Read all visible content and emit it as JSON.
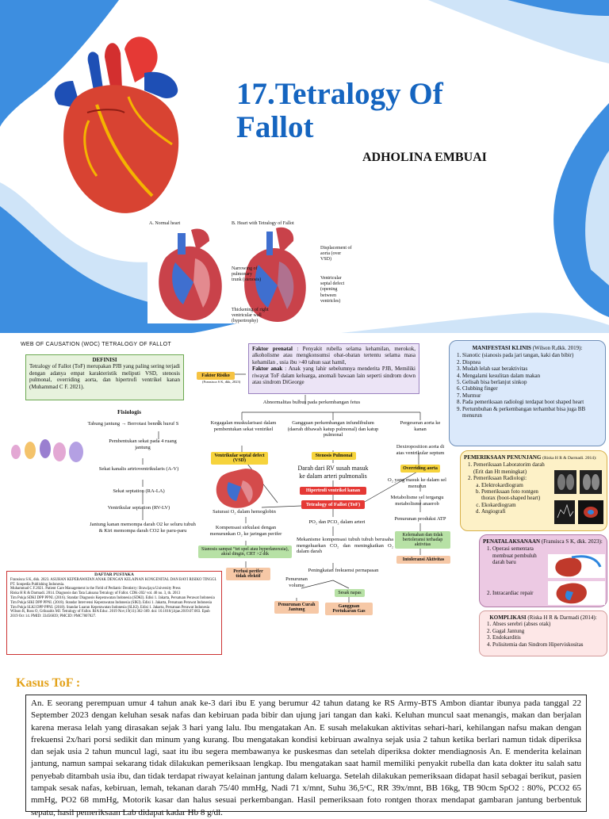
{
  "poster": {
    "title": "17.Tetralogy Of Fallot",
    "author": "ADHOLINA EMBUAI",
    "diagram_label_a": "A. Normal heart",
    "diagram_label_b": "B. Heart with Tetralogy of Fallot",
    "label_displacement": "Displacement of aorta (over VSD)",
    "label_narrowing": "Narrowing of pulmonary trunk (stenosis)",
    "label_vsd": "Ventricular septal defect (opening between ventricles)",
    "label_thickening": "Thickening of right ventricular wall (hypertrophy)"
  },
  "woc": {
    "heading": "WEB OF CAUSATION (WOC) TETRALOGY OF FALLOT",
    "definisi_title": "DEFINISI",
    "definisi_text": "Tetralogy of Fallot (ToF) merupakan PJB yang paling sering terjadi dengan adanya empat karakteristik meliputi VSD, stenosis pulmonal, overriding aorta, dan hipertrofi ventrikel kanan (Muhammad C F. 2021).",
    "fisiologis_title": "Fisiologis",
    "fisiologis_steps": [
      "Tabung jantung → Berrotasi benruk huruf S",
      "Pembentukan sekat pada 4 ruang jantung",
      "Sekat kanalis artrioventrikularis (A-V)",
      "Sekat septation (RA-LA)",
      "Ventrikular septation (RV-LV)",
      "Jantung kanan memompa darah O2 ke seluru tubuh & Kiri memompa darah CO2 ke paru-paru"
    ],
    "faktor_risiko": "Faktor Risiko",
    "faktor_risiko_src": "(Fransisca S K, dkk, 2023)",
    "faktor_prenatal_label": "Faktor prenatal",
    "faktor_prenatal_text": ": Penyakit rubella selama kehamilan, merokok, alkoholisme atau mengkonsumsi obat-obatan tertentu selama masa kehamilan , usia ibu >40 tahun saat hamil,",
    "faktor_anak_label": "Faktor anak",
    "faktor_anak_text": ": Anak yang lahir sebelumnya menderita PJB, Memiliki riwayat ToF dalam keluarga, anomali bawaan lain seperti sindrom down atau sindrom DiGeorge",
    "abnormal": "Abnormalitas bulbus pada perkembangan fetus",
    "kegagalan": "Kegagalan muskularisasi dalam pembentukan sekat ventrikel",
    "gangguan_infundibulum": "Gangguan perkembangan infundibulum (daerah dibawah katup pulmonal) dan katup pulmonal",
    "pergeseran_aorta": "Pergeseran aorta ke kanan",
    "vsd_badge": "Ventrikular septal defect (VSD)",
    "stenosis_badge": "Stenosis Pulmonal",
    "dextroposition": "Dextroposition aorta di atas ventrikular septum",
    "overriding_badge": "Overriding aorta",
    "darah_rv": "Darah dari RV susah masuk ke dalam arteri pulmonalis",
    "hipertrofi_badge": "Hipertrofi ventrikel kanan",
    "tof_badge": "Tetralogy of Fallot (ToF)",
    "o2_masuk": "O₂ yang masuk ke dalam sel menurun",
    "metabolisme": "Metabolisme sel tergangu metabolisme anaerob",
    "penurunan_atp": "Penurunan produksi ATP",
    "saturasi": "Saturasi O₂ dalam hemoglobin",
    "po2": "PO₂ dan PCO₂ dalam arteri",
    "kompensasi": "Kompensasi sirkulasi dengan menurunkan O₂ ke jaringan perifer",
    "mekanisme": "Mekanisme kompensasi tubuh tubuh berusaha mengeluarkan CO₂ dan meningkatkan O₂ dalam darah",
    "kelemahan": "Kelemahan dan tidak bertoleransi terhadap aktivitas",
    "intoleransi": "Intoleransi Aktivitas",
    "sianosis": "Sianosis sampai “tet spel atau hyperlanoxsia), akral dingin, CRT >2 dtk",
    "perfusi": "Perfusi perifer tidak efektif",
    "peningkatan": "Peningkatan frekuensi pernapasan",
    "penurunan_volume": "Penurunan volume",
    "penurunan_cj": "Penurunan Curah Jantung",
    "sesak": "Sesak napas",
    "gangguan_gas": "Gangguan Pertukaran Gas",
    "manifestasi_title": "MANIFESTASI KLINIS",
    "manifestasi_src": "(Wilson R,dkk. 2019):",
    "manifestasi_items": [
      "Sianotic (sianosis pada jari tangan, kaki dan bibir)",
      "Dispnea",
      "Mudah lelah saat beraktivitas",
      "Mengalami kesulitan dalam makan",
      "Gelisah bisa berlanjut sinkop",
      "Clubbing finger",
      "Murmur",
      "Pada pemeriksaan radiologi terdapat boot shaped heart",
      "Pertumbuhan & perkembangan terhambat bisa juga BB menurun"
    ],
    "penunjang_title": "PEMERIKSAAN PENUNJANG",
    "penunjang_src": "(Riska H R & Darmadi. 2014):",
    "penunjang_items": [
      "Pemeriksaan Laboratorim darah  (Erit dan Ht meningkat)",
      "Pemeriksaan Radiologi:"
    ],
    "penunjang_sub": [
      "Elektrokardiogram",
      "Pemeriksaan foto rontgen thorax (boot-shaped heart)",
      "Ekokardiogram",
      "Angiografi"
    ],
    "penatalaksanaan_title": "PENATALAKSANAAN",
    "penatalaksanaan_src": "(Fransisca S K, dkk. 2023):",
    "penatalaksanaan_items": [
      "Operasi sementara membuat pembuluh darah baru",
      "Intracardiac repair"
    ],
    "komplikasi_title": "KOMPLIKASI",
    "komplikasi_src": "(Riska H R & Darmadi (2014):",
    "komplikasi_items": [
      "Abses serebri (abses otak)",
      "Gagal Jantung",
      "Endokarditis",
      "Polisitemia dan Sindrom Hiperviskositas"
    ],
    "pustaka_title": "DAFTAR PUSTAKA",
    "pustaka_items": [
      "Fransisca S K, dkk. 2023. ASUHAN KEPERAWATAN ANAK DENGAN KELAINAN KONGENITAL DAN BAYI RISIKO TINGGI. PT. Sonpedia Publishing Indonesia.",
      "Muhammad C F.2021. Patient Care Management in the Field of Pediatric Dentistry: Brawijaya University Press",
      "Riska H R & Darmadi. 2014. Diagnosis dan Tata Laksana Tetralogy of Fallot. CDK-202/ vol. 40 no. 3, th. 2013",
      "Tim Pokja SDKI DPP PPNI. (2016). Standar Diagnosis Keperawatan Indonesia (SDKI). Edisi 1. Jakarta, Persatuan Perawat Indonesia",
      "Tim Pokja SIKI DPP PPNI. (2018). Standar Intervensi Keperawatan Indonesia (SIKI). Edisi 1. Jakarta, Persatuan Perawat Indonesia",
      "Tim Pokja SLKI DPP PPNI. (2018). Standar Luaran Keperawatan Indonesia (SLKI). Edisi 1. Jakarta, Persatuan Perawat Indonesia",
      "Wilson R, Ross O, Griksaitis MJ. Tetralogy of Fallot. BJA Educ. 2019 Nov;19(11):362-369. doi: 10.1016/j.bjae.2019.07.003. Epub 2019 Oct 14. PMID: 33456839; PMCID: PMC7807827."
    ]
  },
  "kasus": {
    "title": "Kasus ToF :",
    "text": "An. E seorang perempuan umur 4 tahun anak ke-3 dari ibu E yang berumur 42 tahun datang ke RS Army-BTS Ambon diantar ibunya pada tanggal 22 September 2023 dengan keluhan sesak nafas dan kebiruan pada bibir dan ujung jari tangan dan kaki. Keluhan muncul saat menangis, makan dan berjalan karena merasa lelah yang dirasakan sejak 3 hari yang lalu. Ibu mengatakan An. E susah melakukan aktivitas sehari-hari, kehilangan nafsu makan dengan frekuensi 2x/hari porsi sedikit dan minum yang kurang. Ibu mengatakan kondisi kebiruan awalnya sejak usia 2 tahun ketika berlari namun tidak diperiksa dan sejak usia 2 tahun muncul lagi, saat itu ibu segera membawanya ke puskesmas dan setelah diperiksa dokter mendiagnosis An. E menderita kelainan jantung, namun sampai sekarang tidak dilakukan pemeriksaan lengkap. Ibu mengatakan saat hamil memiliki penyakit rubella dan kata dokter itu salah satu penyebab ditambah usia ibu, dan tidak terdapat riwayat kelainan jantung dalam keluarga. Setelah dilakukan pemeriksaan didapat hasil sebagai berikut, pasien tampak sesak nafas, kebiruan, lemah, tekanan darah 75/40 mmHg, Nadi 71 x/mnt, Suhu 36,5ᵒC, RR 39x/mnt, BB 16kg, TB 90cm SpO2 : 80%, PCO2 65 mmHg,  PO2 68 mmHg, Motorik kasar dan halus sesuai perkembangan. Hasil pemeriksaan foto rontgen thorax mendapat gambaran jantung berbentuk sepatu, hasil pemeriksaan Lab didapat kadar Hb 8 g/dl."
  },
  "colors": {
    "title_blue": "#1565c0",
    "wave_blue": "#3d8ee0",
    "wave_light": "#cfe4f8",
    "kasus_gold": "#e3a21a"
  }
}
